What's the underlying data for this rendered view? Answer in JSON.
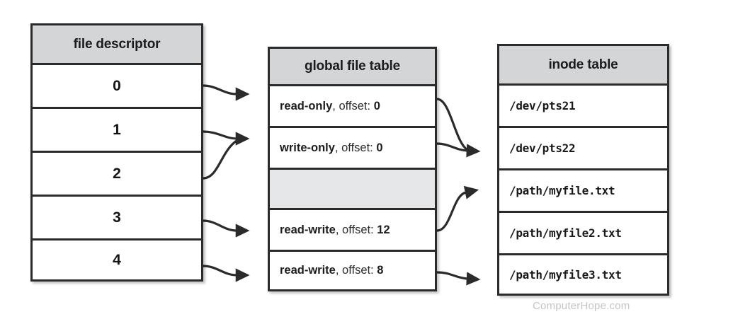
{
  "diagram": {
    "title": "file descriptor table, global file table, and inode table relationships",
    "watermark": "ComputerHope.com",
    "colors": {
      "header_fill": "#d4d5d6",
      "empty_row_fill": "#e6e7e9",
      "border": "#2b2b2b",
      "arrow": "#2b2b2b",
      "watermark_text": "#c3c5c7",
      "background": "#ffffff"
    }
  },
  "fd_table": {
    "header": "file descriptor",
    "rows": [
      {
        "label": "0"
      },
      {
        "label": "1"
      },
      {
        "label": "2"
      },
      {
        "label": "3"
      },
      {
        "label": "4"
      }
    ]
  },
  "global_file_table": {
    "header": "global file table",
    "rows": [
      {
        "mode": "read-only",
        "offset_label": ", offset: ",
        "offset": "0",
        "empty": false
      },
      {
        "mode": "write-only",
        "offset_label": ", offset: ",
        "offset": "0",
        "empty": false
      },
      {
        "mode": "",
        "offset_label": "",
        "offset": "",
        "empty": true
      },
      {
        "mode": "read-write",
        "offset_label": ", offset: ",
        "offset": "12",
        "empty": false
      },
      {
        "mode": "read-write",
        "offset_label": ", offset: ",
        "offset": "8",
        "empty": false
      }
    ]
  },
  "inode_table": {
    "header": "inode table",
    "rows": [
      {
        "path": "/dev/pts21"
      },
      {
        "path": "/dev/pts22"
      },
      {
        "path": "/path/myfile.txt"
      },
      {
        "path": "/path/myfile2.txt"
      },
      {
        "path": "/path/myfile3.txt"
      }
    ]
  },
  "connections": [
    {
      "from": "fd.0",
      "to": "gft.read-only"
    },
    {
      "from": "fd.1",
      "to": "gft.write-only"
    },
    {
      "from": "fd.2",
      "to": "gft.write-only"
    },
    {
      "from": "fd.3",
      "to": "gft.read-write-12"
    },
    {
      "from": "fd.4",
      "to": "gft.read-write-8"
    },
    {
      "from": "gft.read-only",
      "to": "inode./dev/pts22"
    },
    {
      "from": "gft.write-only",
      "to": "inode./dev/pts22"
    },
    {
      "from": "gft.read-write-12",
      "to": "inode./path/myfile.txt"
    },
    {
      "from": "gft.read-write-8",
      "to": "inode./path/myfile3.txt"
    }
  ]
}
